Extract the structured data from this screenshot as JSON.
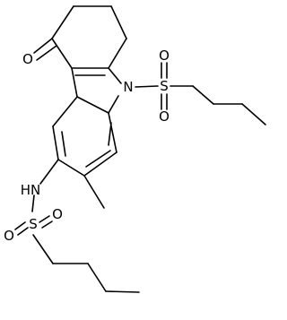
{
  "diagram": {
    "type": "skeletal-structure",
    "atom_labels": {
      "ketone_oxygen": "O",
      "ring_nitrogen": "N",
      "sulfonyl_sulfur_top": "S",
      "sulfonyl_oxygen_top_1": "O",
      "sulfonyl_oxygen_top_2": "O",
      "amide_nh": "HN",
      "sulfonyl_sulfur_bottom": "S",
      "sulfonyl_oxygen_bottom_1": "O",
      "sulfonyl_oxygen_bottom_2": "O"
    },
    "colors": {
      "ink": "#000000",
      "background": "#ffffff"
    }
  }
}
